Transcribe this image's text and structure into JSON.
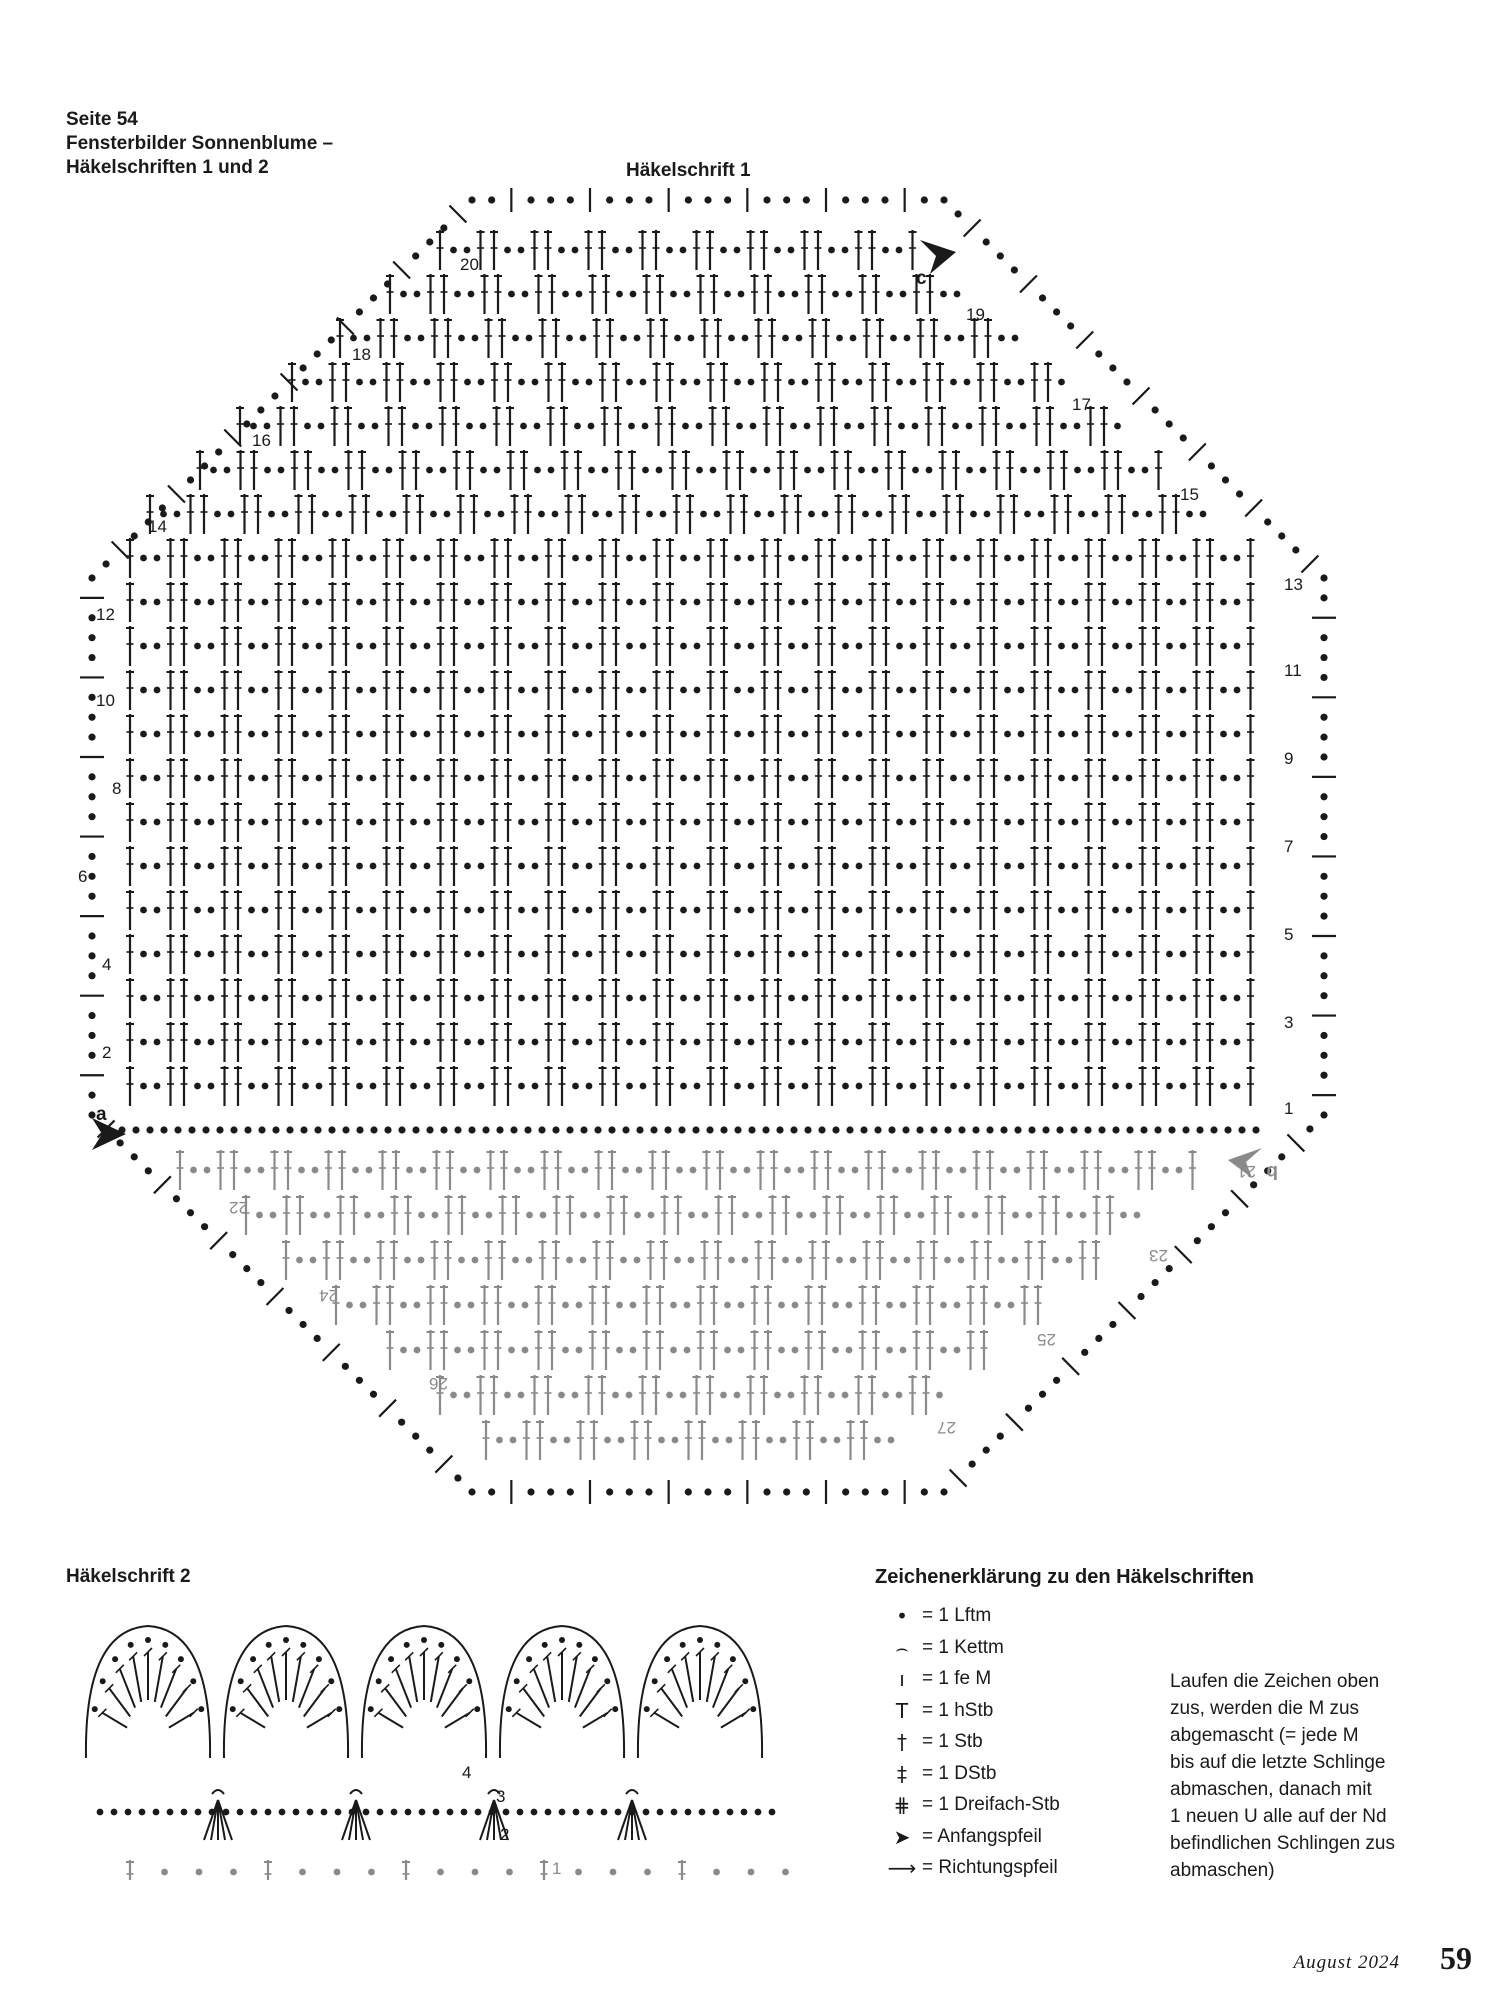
{
  "header": {
    "line1": "Seite 54",
    "line2": "Fensterbilder Sonnenblume –",
    "line3": "Häkelschriften 1 und 2"
  },
  "chart1": {
    "title": "Häkelschrift 1",
    "start_labels": [
      "a",
      "b",
      "c"
    ],
    "row_numbers": {
      "left": [
        "2",
        "4",
        "6",
        "8",
        "10",
        "12",
        "14",
        "16",
        "18",
        "20"
      ],
      "right": [
        "1",
        "3",
        "5",
        "7",
        "9",
        "11",
        "13",
        "15",
        "17",
        "19"
      ],
      "bottom": [
        "21",
        "22",
        "23",
        "24",
        "25",
        "26",
        "27"
      ]
    }
  },
  "chart2": {
    "title": "Häkelschrift 2",
    "row_numbers": [
      "1",
      "2",
      "3",
      "4"
    ]
  },
  "legend": {
    "title": "Zeichenerklärung zu den Häkelschriften",
    "items": [
      {
        "icon": "dot-icon",
        "glyph": "•",
        "label": "= 1 Lftm"
      },
      {
        "icon": "arc-icon",
        "glyph": "⌢",
        "label": "= 1 Kettm"
      },
      {
        "icon": "short-bar-icon",
        "glyph": "ı",
        "label": "= 1 fe M"
      },
      {
        "icon": "t-icon",
        "glyph": "T",
        "label": "= 1 hStb"
      },
      {
        "icon": "dagger-icon",
        "glyph": "†",
        "label": "= 1 Stb"
      },
      {
        "icon": "double-dagger-icon",
        "glyph": "‡",
        "label": "= 1 DStb"
      },
      {
        "icon": "triple-dagger-icon",
        "glyph": "⋕",
        "label": "= 1 Dreifach-Stb"
      },
      {
        "icon": "start-arrow-icon",
        "glyph": "➤",
        "label": "= Anfangspfeil"
      },
      {
        "icon": "direction-arrow-icon",
        "glyph": "⟶",
        "label": "= Richtungspfeil"
      }
    ]
  },
  "note": {
    "lines": [
      "Laufen die Zeichen oben",
      "zus, werden die M zus",
      "abgemascht (= jede M",
      "bis auf die letzte Schlinge",
      "abmaschen, danach mit",
      "1 neuen U alle auf der Nd",
      "befindlichen Schlingen zus",
      "abmaschen)"
    ]
  },
  "footer": {
    "date": "August 2024",
    "page": "59"
  },
  "colors": {
    "ink": "#1a1a1a",
    "grey": "#8a8a8a"
  }
}
